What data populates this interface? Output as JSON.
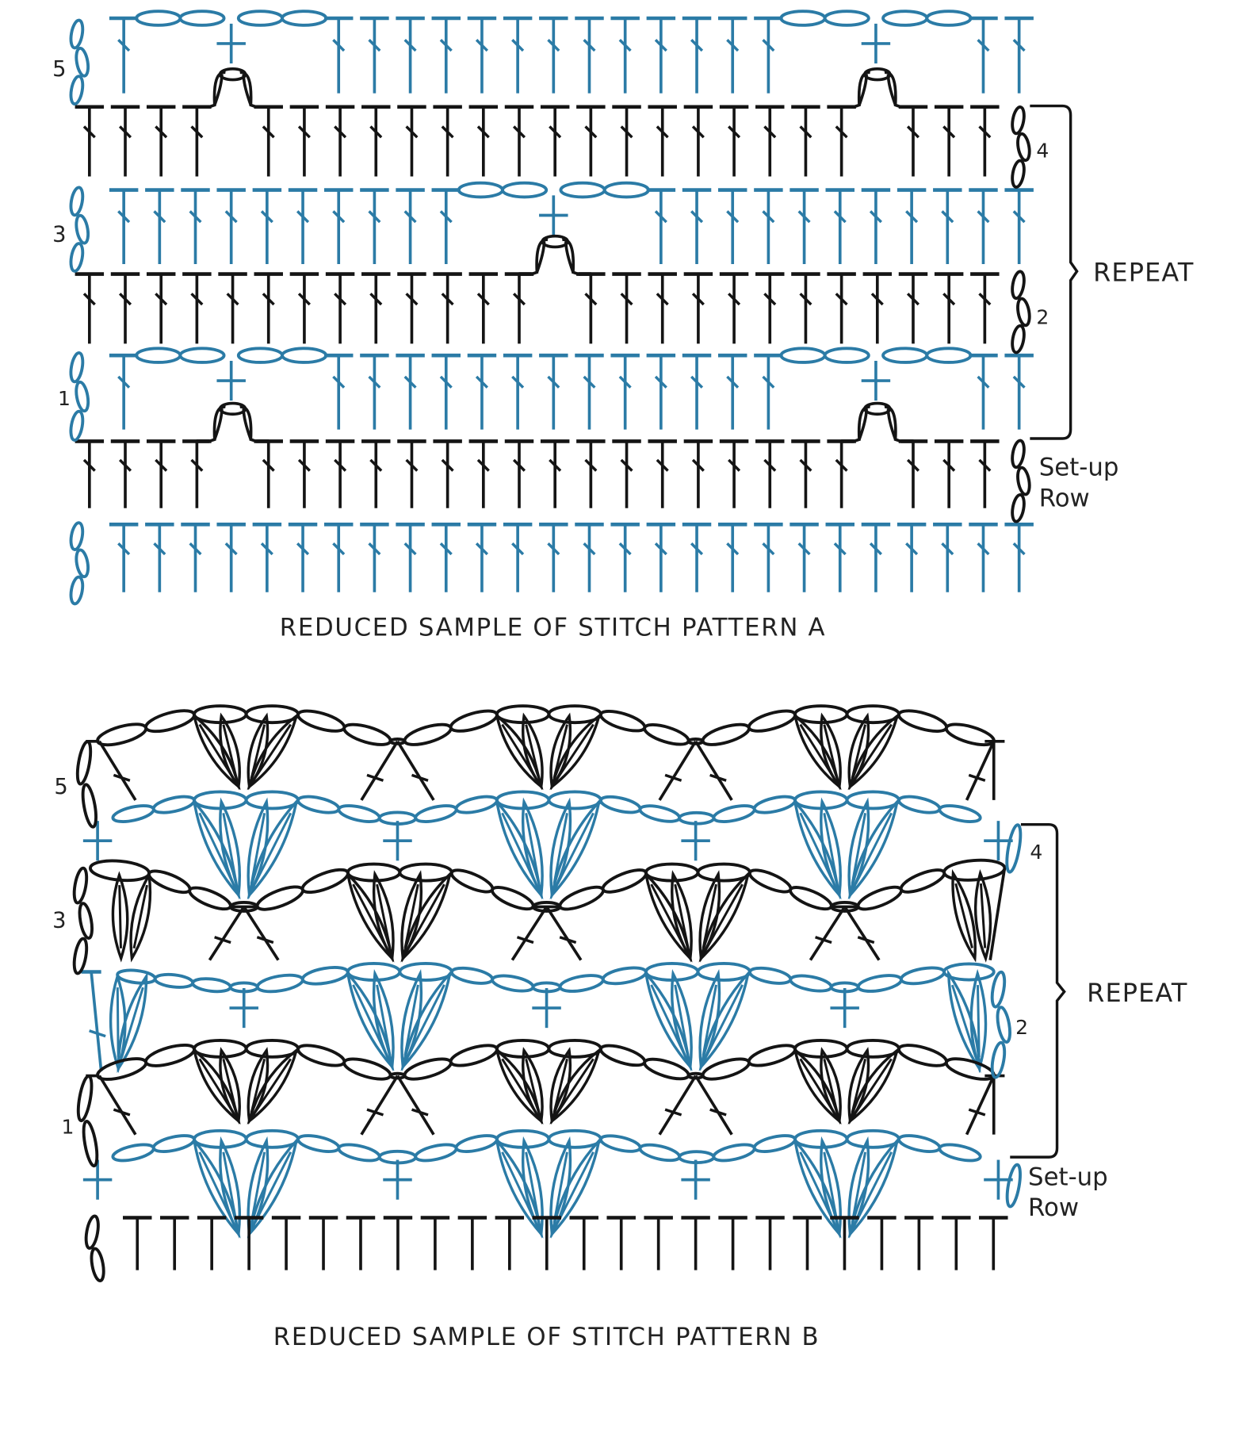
{
  "colors": {
    "blue": "#2b7ba6",
    "black": "#141414"
  },
  "pattern_a": {
    "caption": "REDUCED SAMPLE OF STITCH PATTERN A",
    "row_labels": {
      "r5": "5",
      "r4": "4",
      "r3": "3",
      "r2": "2",
      "r1": "1"
    },
    "repeat_label": "REPEAT",
    "setup_label_1": "Set-up",
    "setup_label_2": "Row"
  },
  "pattern_b": {
    "caption": "REDUCED SAMPLE OF STITCH PATTERN B",
    "row_labels": {
      "r5": "5",
      "r4": "4",
      "r3": "3",
      "r2": "2",
      "r1": "1"
    },
    "repeat_label": "REPEAT",
    "setup_label_1": "Set-up",
    "setup_label_2": "Row"
  }
}
